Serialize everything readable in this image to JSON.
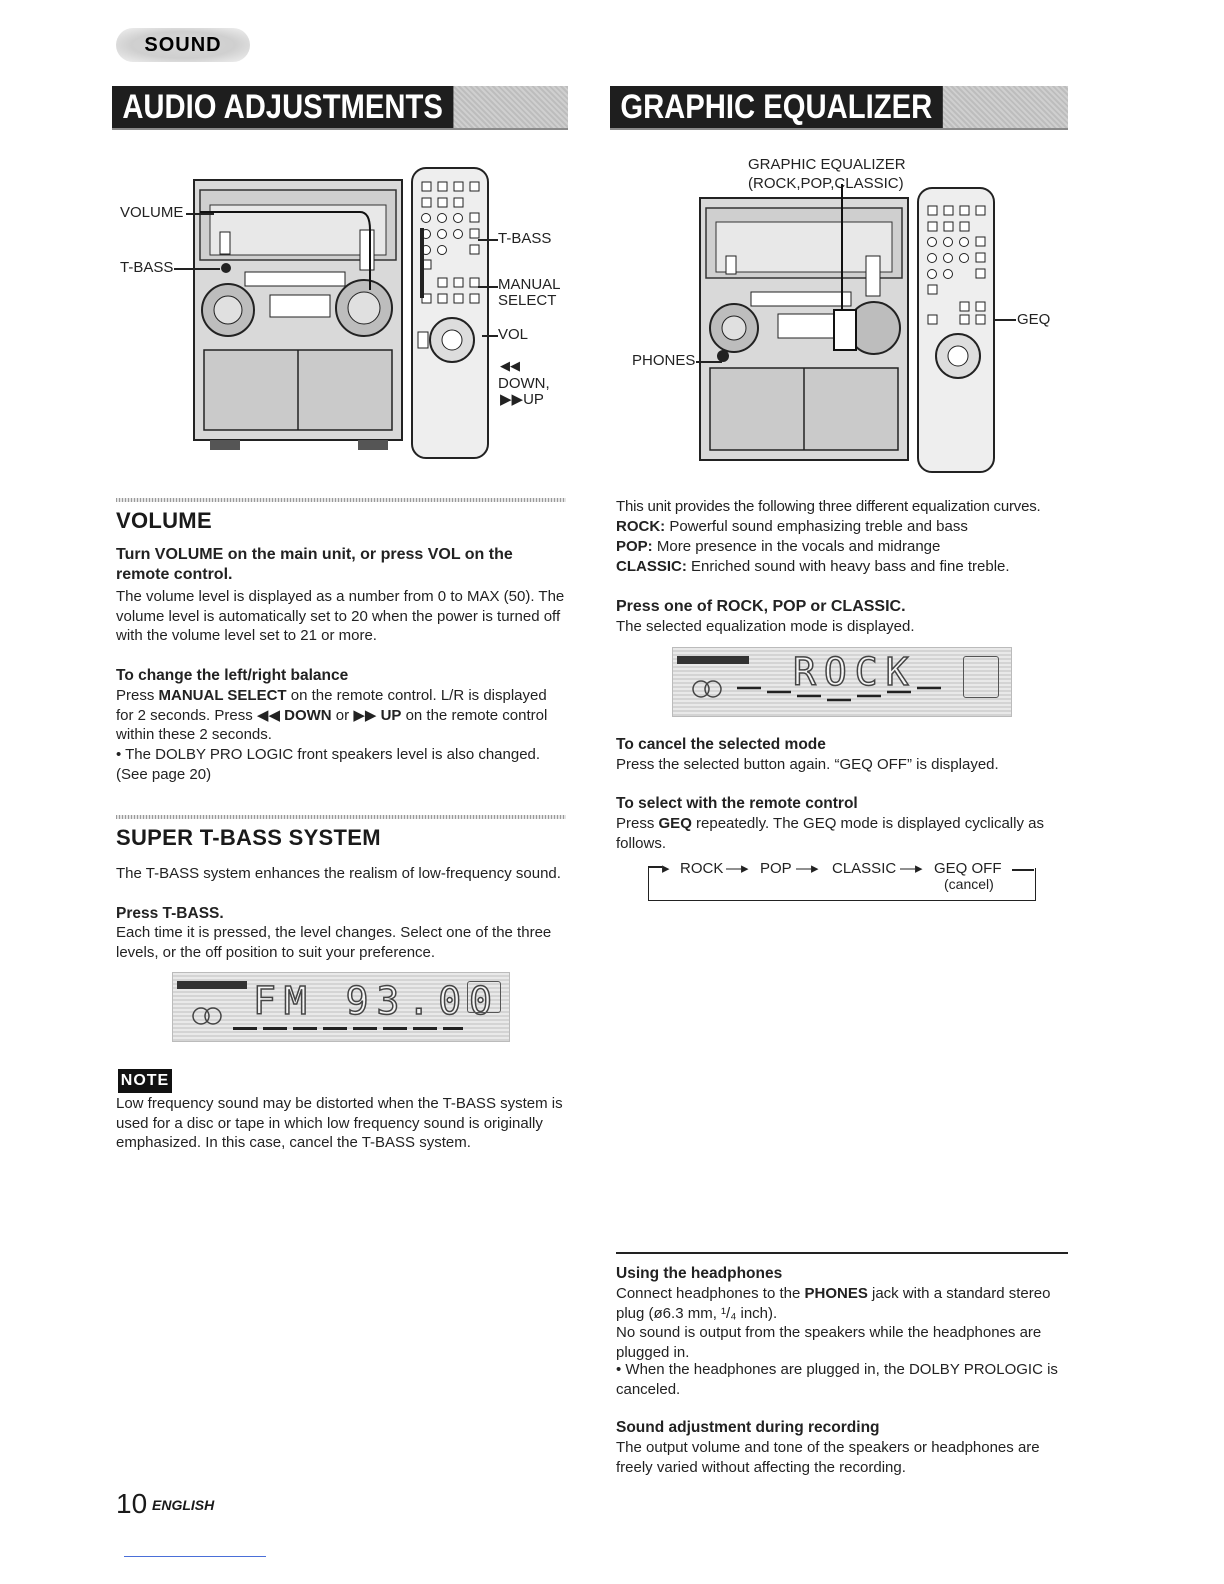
{
  "header": {
    "section_tag": "SOUND"
  },
  "left": {
    "banner": "AUDIO ADJUSTMENTS",
    "figure_labels": {
      "volume": "VOLUME",
      "tbass_main": "T-BASS",
      "tbass_remote": "T-BASS",
      "manual": "MANUAL",
      "select": "SELECT",
      "vol": "VOL",
      "down_symbol": "◀◀",
      "down": "DOWN,",
      "up": "▶▶UP"
    },
    "volume_section": {
      "title": "VOLUME",
      "instruction": "Turn VOLUME on the main unit, or press VOL on the remote control.",
      "body": "The volume level is displayed as a number from 0 to MAX (50). The volume level is automatically set to 20 when the power is turned off with the volume level set to 21 or more.",
      "balance_title": "To change the left/right balance",
      "balance_body_1": "Press ",
      "balance_key_1": "MANUAL SELECT",
      "balance_body_2": " on the remote control. L/R is displayed for 2 seconds. Press ",
      "balance_key_2": "◀◀ DOWN",
      "balance_body_3": " or ",
      "balance_key_3": "▶▶ UP",
      "balance_body_4": " on the remote control within these 2 seconds.",
      "bullet": "• The DOLBY PRO LOGIC front speakers level is also changed. (See page 20)"
    },
    "tbass_section": {
      "title": "SUPER T-BASS SYSTEM",
      "body": "The T-BASS system enhances the realism of low-frequency sound.",
      "press": "Press T-BASS.",
      "press_body": "Each time it is pressed, the level changes. Select one of the three levels, or the off position to suit your preference.",
      "lcd_text": "FM 93.00"
    },
    "note": {
      "badge": "NOTE",
      "body": "Low frequency sound may be distorted when the T-BASS system is used for a disc or tape in which low frequency sound is originally emphasized. In this case, cancel the T-BASS system."
    }
  },
  "right": {
    "banner": "GRAPHIC EQUALIZER",
    "figure_labels": {
      "geq_line1": "GRAPHIC EQUALIZER",
      "geq_line2": "(ROCK,POP,CLASSIC)",
      "geq": "GEQ",
      "phones": "PHONES"
    },
    "intro": "This unit provides the following three different equalization curves.",
    "curves": [
      {
        "name": "ROCK:",
        "desc": " Powerful sound emphasizing treble and bass"
      },
      {
        "name": "POP:",
        "desc": " More presence in the vocals and midrange"
      },
      {
        "name": "CLASSIC:",
        "desc": " Enriched sound with heavy bass and fine treble."
      }
    ],
    "press_title": "Press one of ROCK, POP or CLASSIC.",
    "press_body": "The selected equalization mode is displayed.",
    "lcd_text": "ROCK",
    "cancel_title": "To cancel the selected mode",
    "cancel_body": "Press the selected button again. “GEQ OFF” is displayed.",
    "remote_title": "To select with the remote control",
    "remote_body_1": "Press ",
    "remote_key": "GEQ",
    "remote_body_2": " repeatedly. The GEQ mode is displayed cyclically as follows.",
    "cycle": [
      "ROCK",
      "POP",
      "CLASSIC",
      "GEQ OFF"
    ],
    "cycle_cancel": "(cancel)",
    "headphones_title": "Using the headphones",
    "headphones_body_1": "Connect headphones to the ",
    "headphones_key": "PHONES",
    "headphones_body_2": " jack with a standard stereo plug (ø6.3 mm, ¹/₄ inch).",
    "headphones_body_3": "No sound is output from the speakers while the headphones are plugged in.",
    "headphones_bullet": "• When the headphones are plugged in, the DOLBY PROLOGIC is canceled.",
    "recording_title": "Sound adjustment during recording",
    "recording_body": "The output volume and tone of the speakers or headphones are freely varied without affecting the recording."
  },
  "footer": {
    "page_number": "10",
    "language": "ENGLISH"
  }
}
